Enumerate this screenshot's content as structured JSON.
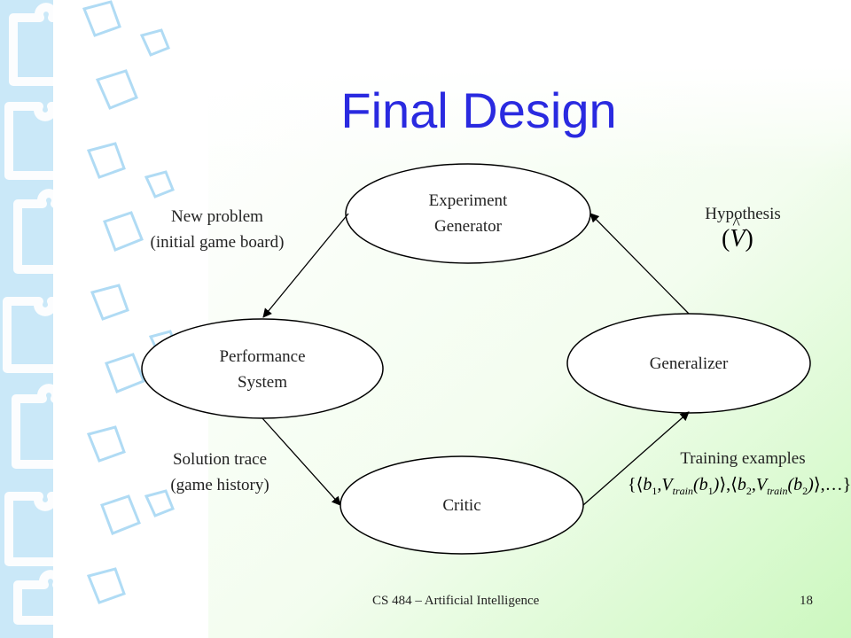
{
  "slide": {
    "title": "Final Design",
    "footer_text": "CS 484 – Artificial Intelligence",
    "page_number": "18",
    "colors": {
      "title": "#2a2ae0",
      "puzzle_blue": "#7cc4ee",
      "gradient_green": "#ccf8bf"
    }
  },
  "diagram": {
    "nodes": {
      "experiment_generator": {
        "line1": "Experiment",
        "line2": "Generator"
      },
      "performance_system": {
        "line1": "Performance",
        "line2": "System"
      },
      "critic": {
        "label": "Critic"
      },
      "generalizer": {
        "label": "Generalizer"
      }
    },
    "edges": {
      "new_problem": {
        "line1": "New problem",
        "line2": "(initial game board)"
      },
      "solution_trace": {
        "line1": "Solution trace",
        "line2": "(game history)"
      },
      "training_examples": {
        "line1": "Training examples",
        "formula": "{⟨b₁,V_train(b₁)⟩,⟨b₂,V_train(b₂)⟩,…}"
      },
      "hypothesis": {
        "line1": "Hypothesis",
        "formula": "(V̂)"
      }
    }
  }
}
